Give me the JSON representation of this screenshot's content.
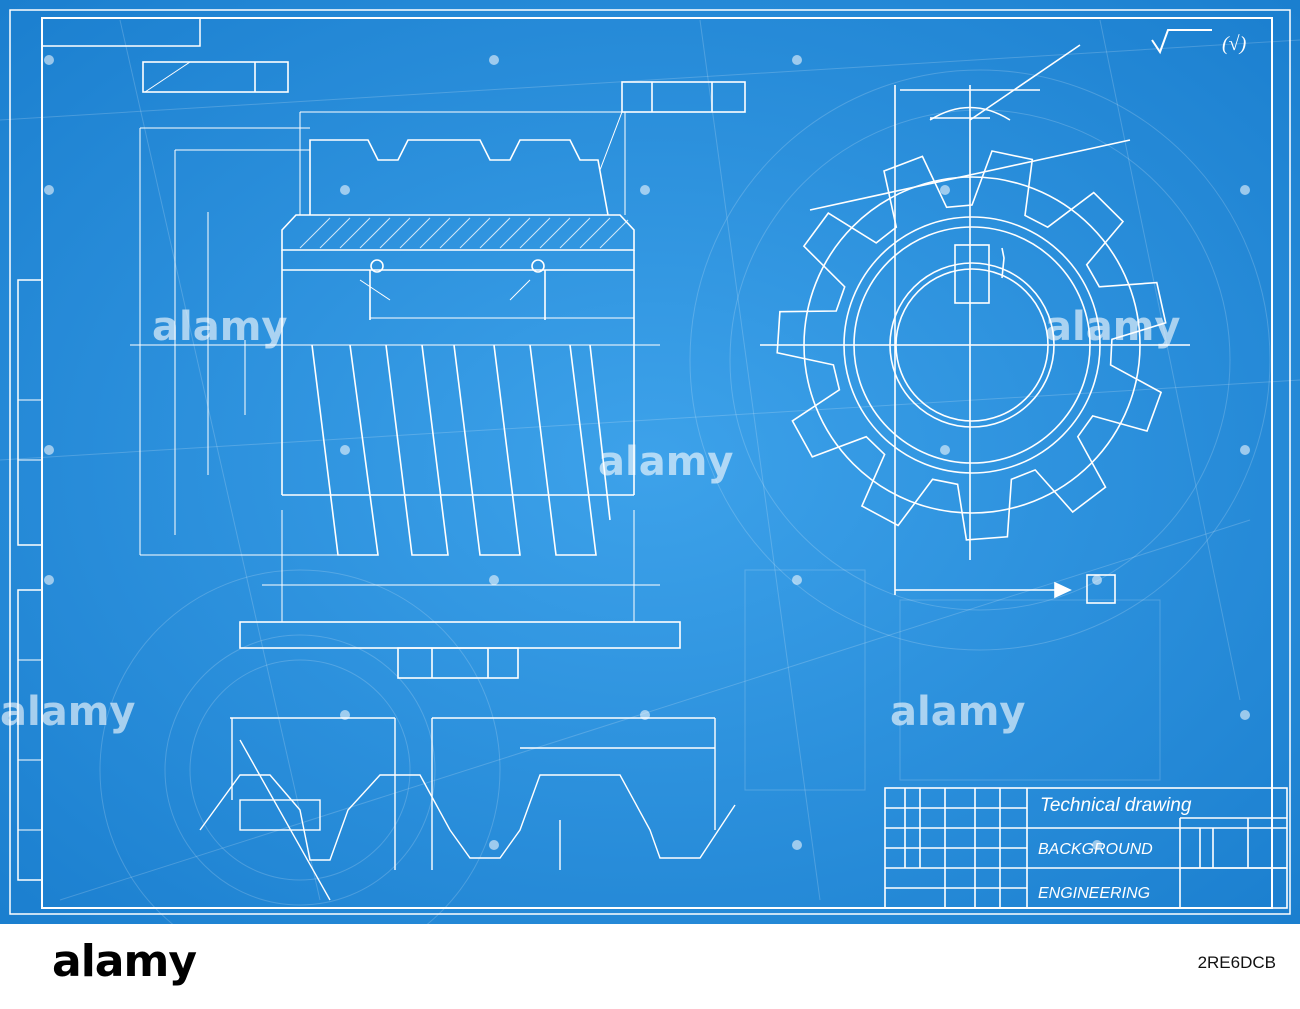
{
  "title_block": {
    "title": "Technical drawing",
    "row2": "BACKGROUND",
    "row3": "ENGINEERING"
  },
  "roughness_symbol": "(√)",
  "watermark": "alamy",
  "footer": {
    "logo": "alamy",
    "image_id": "2RE6DCB"
  },
  "colors": {
    "blueprint_center": "#3da2ea",
    "blueprint_edge": "#1b7fcf",
    "line": "#ffffff",
    "footer_background": "#ffffff"
  }
}
